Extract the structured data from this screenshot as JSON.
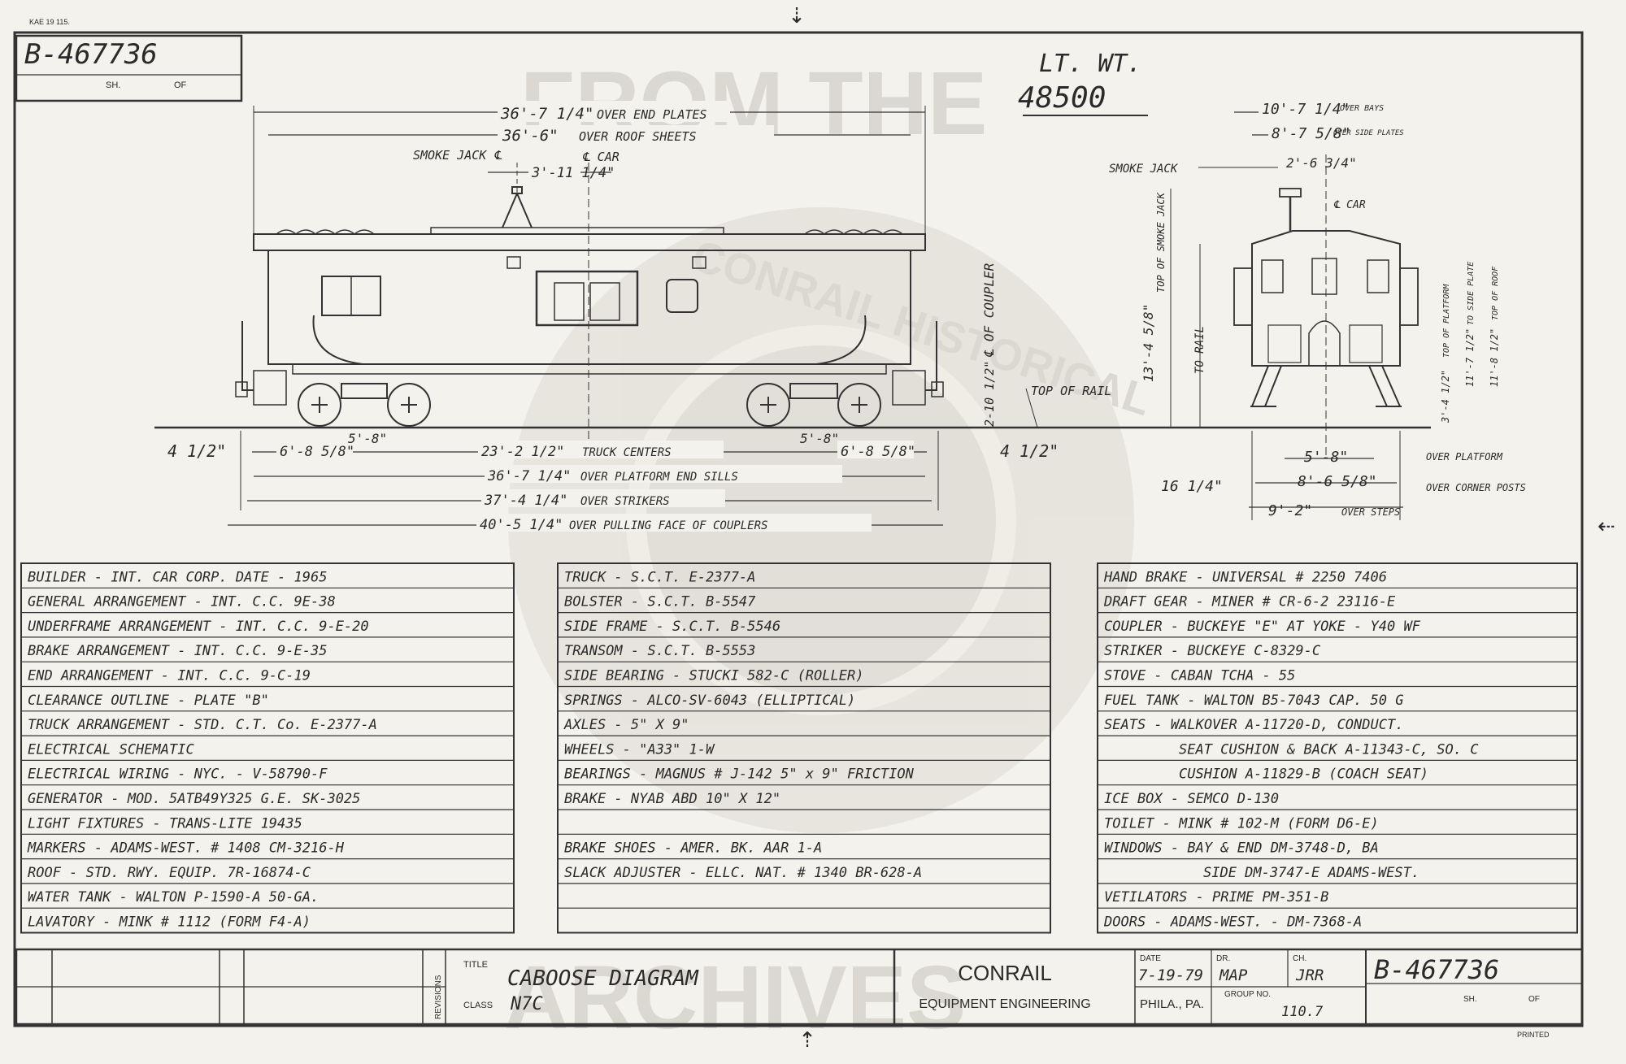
{
  "header": {
    "stamp_small": "KAE 19 115.",
    "drawing_no": "B-467736",
    "sh_label": "SH.",
    "of_label": "OF",
    "lt_wt_label": "LT. WT.",
    "lt_wt_value": "48500"
  },
  "watermark": {
    "line1": "FROM THE",
    "ring": "CONRAIL HISTORICAL",
    "line2": "ARCHIVES"
  },
  "side_view": {
    "dim_top1_value": "36'-7 1/4\"",
    "dim_top1_text": "OVER END PLATES",
    "dim_top2_value": "36'-6\"",
    "dim_top2_text": "OVER ROOF SHEETS",
    "smoke_jack": "SMOKE JACK ℄",
    "car_cl": "℄ CAR",
    "jack_offset": "3'-11 1/4\"",
    "coupler_cl": "℄ OF COUPLER",
    "coupler_height": "2-10 1/2\"",
    "top_of_rail": "TOP OF RAIL",
    "left_end": "4 1/2\"",
    "right_end": "4 1/2\"",
    "wheelbase_l": "6'-8 5/8\"",
    "wheelbase_r": "6'-8 5/8\"",
    "axle_l": "5'-8\"",
    "axle_r": "5'-8\"",
    "truck_centers_value": "23'-2 1/2\"",
    "truck_centers_text": "TRUCK CENTERS",
    "platform_value": "36'-7 1/4\"",
    "platform_text": "OVER PLATFORM END SILLS",
    "strikers_value": "37'-4 1/4\"",
    "strikers_text": "OVER STRIKERS",
    "couplers_value": "40'-5 1/4\"",
    "couplers_text": "OVER PULLING FACE OF COUPLERS"
  },
  "end_view": {
    "bays_value": "10'-7 1/4\"",
    "bays_text": "OVER BAYS",
    "side_plates_value": "8'-7 5/8\"",
    "side_plates_text": "OVER SIDE PLATES",
    "jack_offset": "2'-6 3/4\"",
    "smoke_jack": "SMOKE JACK",
    "car_cl": "℄ CAR",
    "top_of_smoke_jack_value": "13'-4 5/8\"",
    "top_of_smoke_jack_text": "TOP OF SMOKE JACK",
    "to_rail": "TO RAIL",
    "platform_height": "3'-4 1/2\"",
    "top_of_platform": "TOP OF PLATFORM",
    "side_plate_height": "11'-7 1/2\"",
    "to_side_plate": "TO SIDE PLATE",
    "roof_height": "11'-8 1/2\"",
    "top_of_roof": "TOP OF ROOF",
    "step_height": "16 1/4\"",
    "platform_width_value": "5'-8\"",
    "platform_width_text": "OVER PLATFORM",
    "corner_posts_value": "8'-6 5/8\"",
    "corner_posts_text": "OVER CORNER POSTS",
    "steps_value": "9'-2\"",
    "steps_text": "OVER STEPS"
  },
  "spec_col1": [
    "BUILDER - INT. CAR CORP.        DATE - 1965",
    "GENERAL ARRANGEMENT - INT. C.C.  9E-38",
    "UNDERFRAME ARRANGEMENT - INT. C.C. 9-E-20",
    "BRAKE ARRANGEMENT - INT. C.C.   9-E-35",
    "END ARRANGEMENT - INT. C.C.   9-C-19",
    "CLEARANCE OUTLINE - PLATE \"B\"",
    "TRUCK ARRANGEMENT - STD. C.T. Co. E-2377-A",
    "ELECTRICAL SCHEMATIC",
    "ELECTRICAL WIRING - NYC. - V-58790-F",
    "GENERATOR - MOD. 5ATB49Y325  G.E. SK-3025",
    "LIGHT FIXTURES - TRANS-LITE   19435",
    "MARKERS - ADAMS-WEST. # 1408   CM-3216-H",
    "ROOF - STD. RWY. EQUIP.     7R-16874-C",
    "WATER TANK - WALTON   P-1590-A   50-GA.",
    "LAVATORY - MINK # 1112 (FORM F4-A)"
  ],
  "spec_col2": [
    "TRUCK - S.C.T.            E-2377-A",
    "BOLSTER - S.C.T.          B-5547",
    "SIDE FRAME - S.C.T.       B-5546",
    "TRANSOM - S.C.T.          B-5553",
    "SIDE BEARING - STUCKI   582-C (ROLLER)",
    "SPRINGS - ALCO-SV-6043 (ELLIPTICAL)",
    "AXLES - 5\" X 9\"",
    "WHEELS - \"A33\"   1-W",
    "BEARINGS - MAGNUS # J-142   5\" x 9\" FRICTION",
    "BRAKE - NYAB    ABD  10\" X 12\"",
    "",
    "BRAKE SHOES - AMER. BK.     AAR  1-A",
    "SLACK ADJUSTER - ELLC. NAT. # 1340   BR-628-A",
    "",
    ""
  ],
  "spec_col3": [
    "HAND BRAKE - UNIVERSAL # 2250   7406",
    "DRAFT GEAR - MINER # CR-6-2   23116-E",
    "COUPLER - BUCKEYE \"E\" AT YOKE - Y40  WF",
    "STRIKER - BUCKEYE      C-8329-C",
    "STOVE - CABAN    TCHA - 55",
    "FUEL TANK - WALTON B5-7043 CAP. 50 G",
    "SEATS - WALKOVER A-11720-D, CONDUCT.",
    "SEAT CUSHION & BACK A-11343-C, SO. C",
    "CUSHION A-11829-B (COACH SEAT)",
    "ICE BOX - SEMCO   D-130",
    "TOILET - MINK # 102-M   (FORM D6-E)",
    "WINDOWS - BAY & END  DM-3748-D, BA",
    "SIDE DM-3747-E  ADAMS-WEST.",
    "VETILATORS - PRIME   PM-351-B",
    "DOORS - ADAMS-WEST.  - DM-7368-A"
  ],
  "title_block": {
    "revisions": "REVISIONS",
    "title_label": "TITLE",
    "title": "CABOOSE DIAGRAM",
    "class_label": "CLASS",
    "class_value": "N7C",
    "company": "CONRAIL",
    "department": "EQUIPMENT ENGINEERING",
    "date_label": "DATE",
    "date": "7-19-79",
    "dr_label": "DR.",
    "dr": "MAP",
    "ch_label": "CH.",
    "ch": "JRR",
    "location": "PHILA., PA.",
    "group_label": "GROUP NO.",
    "group": "110.7",
    "drawing_no": "B-467736",
    "sh_label": "SH.",
    "of_label": "OF",
    "printed": "PRINTED"
  }
}
